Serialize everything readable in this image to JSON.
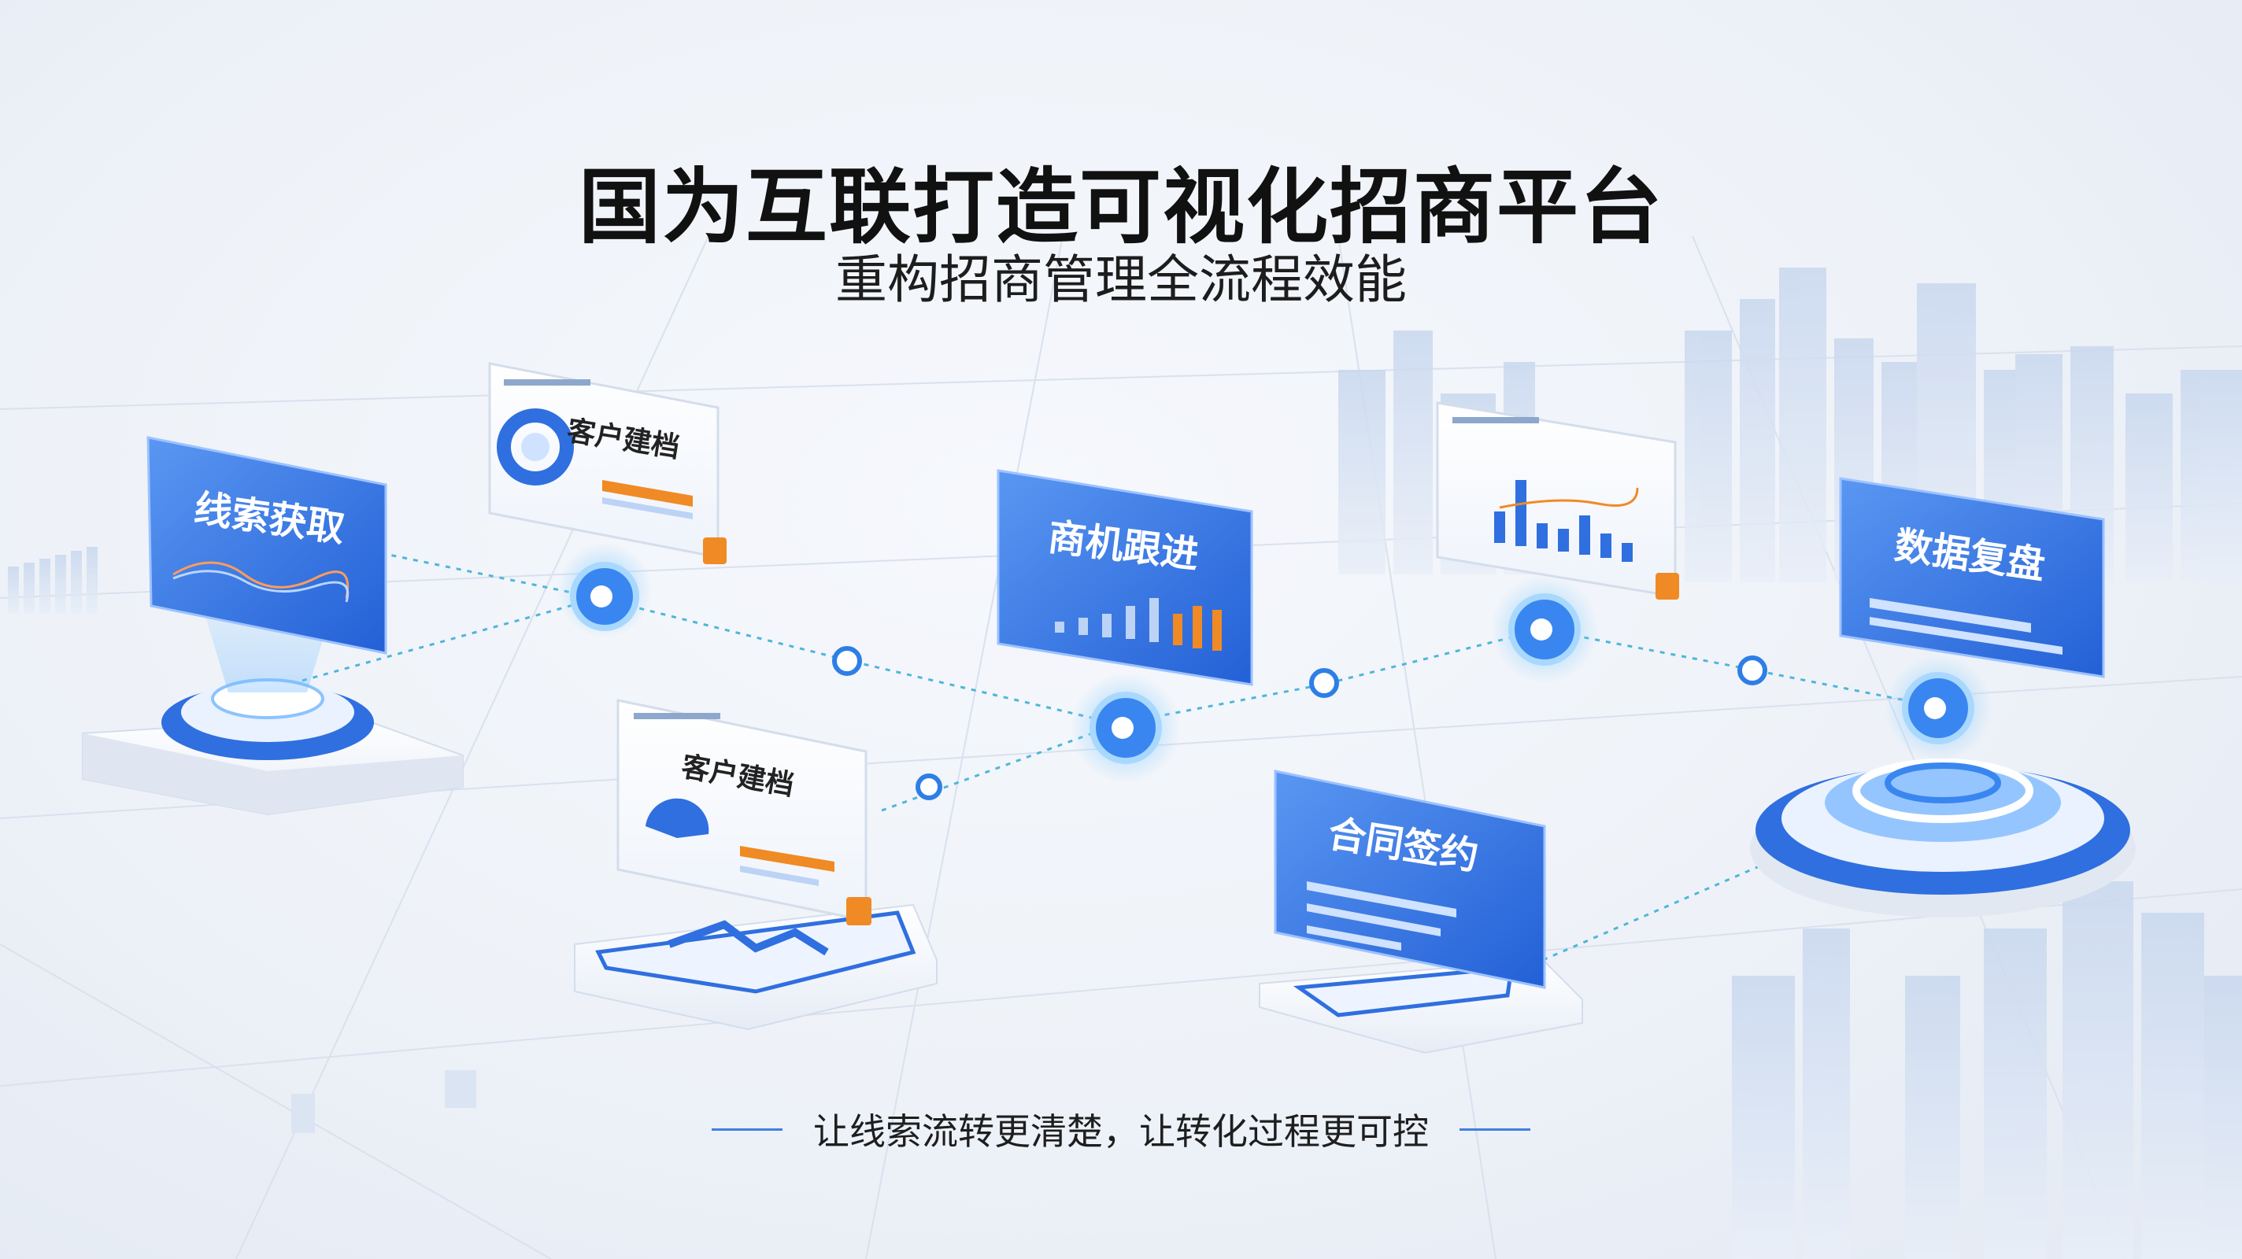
{
  "title": "国为互联打造可视化招商平台",
  "subtitle": "重构招商管理全流程效能",
  "tagline": "让线索流转更清楚，让转化过程更可控",
  "stages": {
    "lead_capture": "线索获取",
    "customer_profile_top": "客户建档",
    "opportunity": "商机跟进",
    "customer_profile_bottom": "客户建档",
    "contract": "合同签约",
    "review": "数据复盘"
  },
  "colors": {
    "brand_blue": "#2f6fe0",
    "accent_orange": "#f08a24",
    "connector": "#4fb6d8"
  }
}
